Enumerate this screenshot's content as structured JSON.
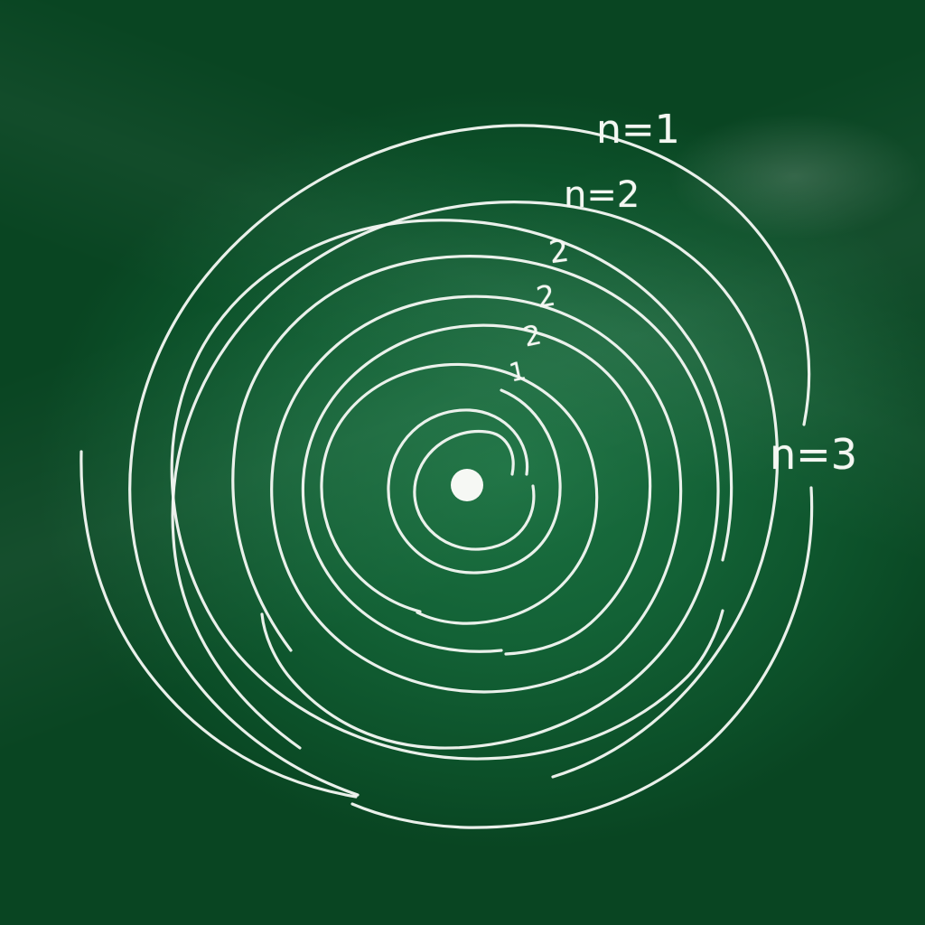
{
  "labels": {
    "outer_top": "n=1",
    "second": "n=2",
    "right": "n=3",
    "ring_a": "2",
    "ring_b": "2",
    "ring_c": "2",
    "ring_d": "1"
  },
  "colors": {
    "board": "#136236",
    "chalk": "#f4f7f2"
  }
}
